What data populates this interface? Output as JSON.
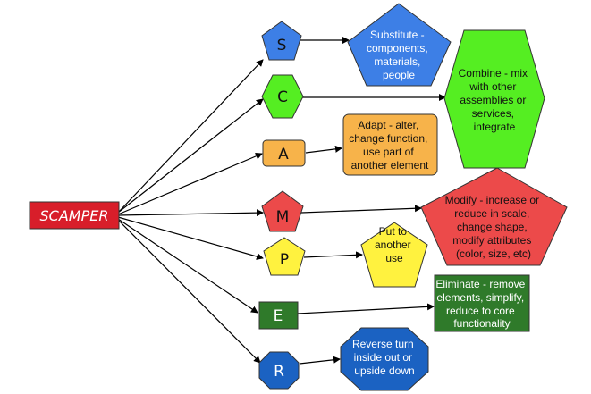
{
  "root": {
    "label": "SCAMPER"
  },
  "nodes": [
    {
      "letter": "S",
      "description": [
        "Substitute -",
        "components,",
        "materials,",
        "people"
      ]
    },
    {
      "letter": "C",
      "description": [
        "Combine - mix",
        "with other",
        "assemblies or",
        "services,",
        "integrate"
      ]
    },
    {
      "letter": "A",
      "description": [
        "Adapt - alter,",
        "change function,",
        "use part of",
        "another element"
      ]
    },
    {
      "letter": "M",
      "description": [
        "Modify - increase or",
        "reduce in scale,",
        "change shape,",
        "modify attributes",
        "(color, size, etc)"
      ]
    },
    {
      "letter": "P",
      "description": [
        "Put to",
        "another",
        "use"
      ]
    },
    {
      "letter": "E",
      "description": [
        "Eliminate - remove",
        "elements,  simplify,",
        "reduce to core",
        "functionality"
      ]
    },
    {
      "letter": "R",
      "description": [
        "Reverse turn",
        "inside out or",
        "upside down"
      ]
    }
  ],
  "colors": {
    "root": "#d81e2a",
    "blue": "#3d7fe6",
    "green": "#55ee22",
    "orange": "#f7b34a",
    "red": "#ec4a4a",
    "yellow": "#fff23f",
    "dark_green": "#2f7a2a",
    "dark_blue": "#1b62c2"
  }
}
